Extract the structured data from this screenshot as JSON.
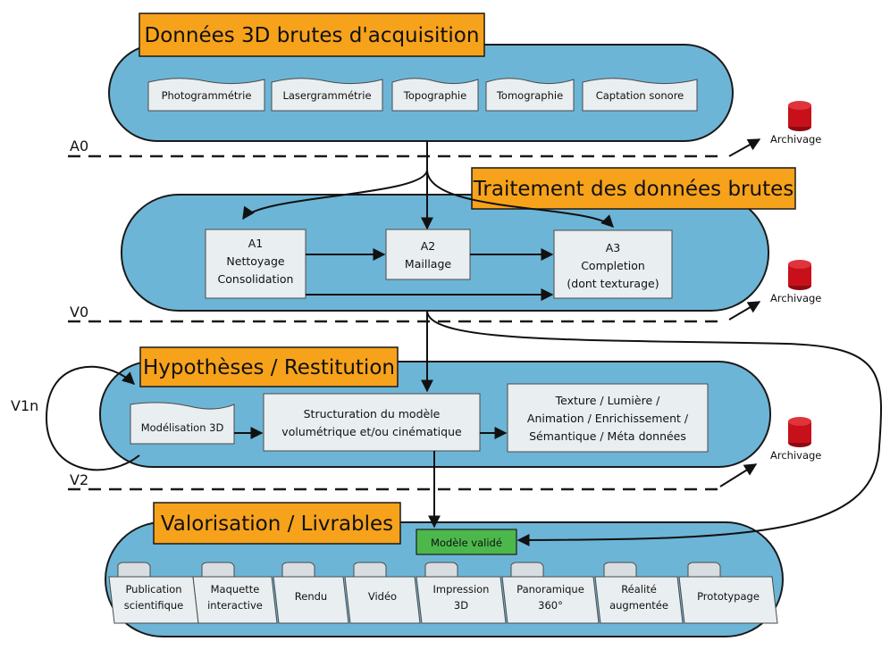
{
  "colors": {
    "accent_orange": "#f7a21b",
    "ellipse_blue": "#6db5d6",
    "validated_green": "#4cb84c",
    "archive_red": "#c8101a"
  },
  "sections": {
    "acquisition": {
      "title": "Données 3D brutes d'acquisition",
      "items": [
        "Photogrammétrie",
        "Lasergrammétrie",
        "Topographie",
        "Tomographie",
        "Captation sonore"
      ]
    },
    "processing": {
      "title": "Traitement des données brutes",
      "steps": [
        {
          "lines": [
            "A1",
            "Nettoyage",
            "Consolidation"
          ]
        },
        {
          "lines": [
            "A2",
            "Maillage"
          ]
        },
        {
          "lines": [
            "A3",
            "Completion",
            "(dont texturage)"
          ]
        }
      ]
    },
    "hypotheses": {
      "title": "Hypothèses / Restitution",
      "modeling": "Modélisation 3D",
      "structuring": [
        "Structuration du modèle",
        "volumétrique et/ou cinématique"
      ],
      "enrichment": [
        "Texture / Lumière /",
        "Animation / Enrichissement /",
        "Sémantique / Méta données"
      ]
    },
    "valorisation": {
      "title": "Valorisation / Livrables",
      "validated_model": "Modèle validé",
      "deliverables": [
        {
          "lines": [
            "Publication",
            "scientifique"
          ]
        },
        {
          "lines": [
            "Maquette",
            "interactive"
          ]
        },
        {
          "lines": [
            "Rendu"
          ]
        },
        {
          "lines": [
            "Vidéo"
          ]
        },
        {
          "lines": [
            "Impression",
            "3D"
          ]
        },
        {
          "lines": [
            "Panoramique",
            "360°"
          ]
        },
        {
          "lines": [
            "Réalité",
            "augmentée"
          ]
        },
        {
          "lines": [
            "Prototypage"
          ]
        }
      ]
    }
  },
  "levels": [
    "A0",
    "V0",
    "V1n",
    "V2"
  ],
  "archive": {
    "label": "Archivage",
    "icon": "archive-cylinder-icon"
  }
}
